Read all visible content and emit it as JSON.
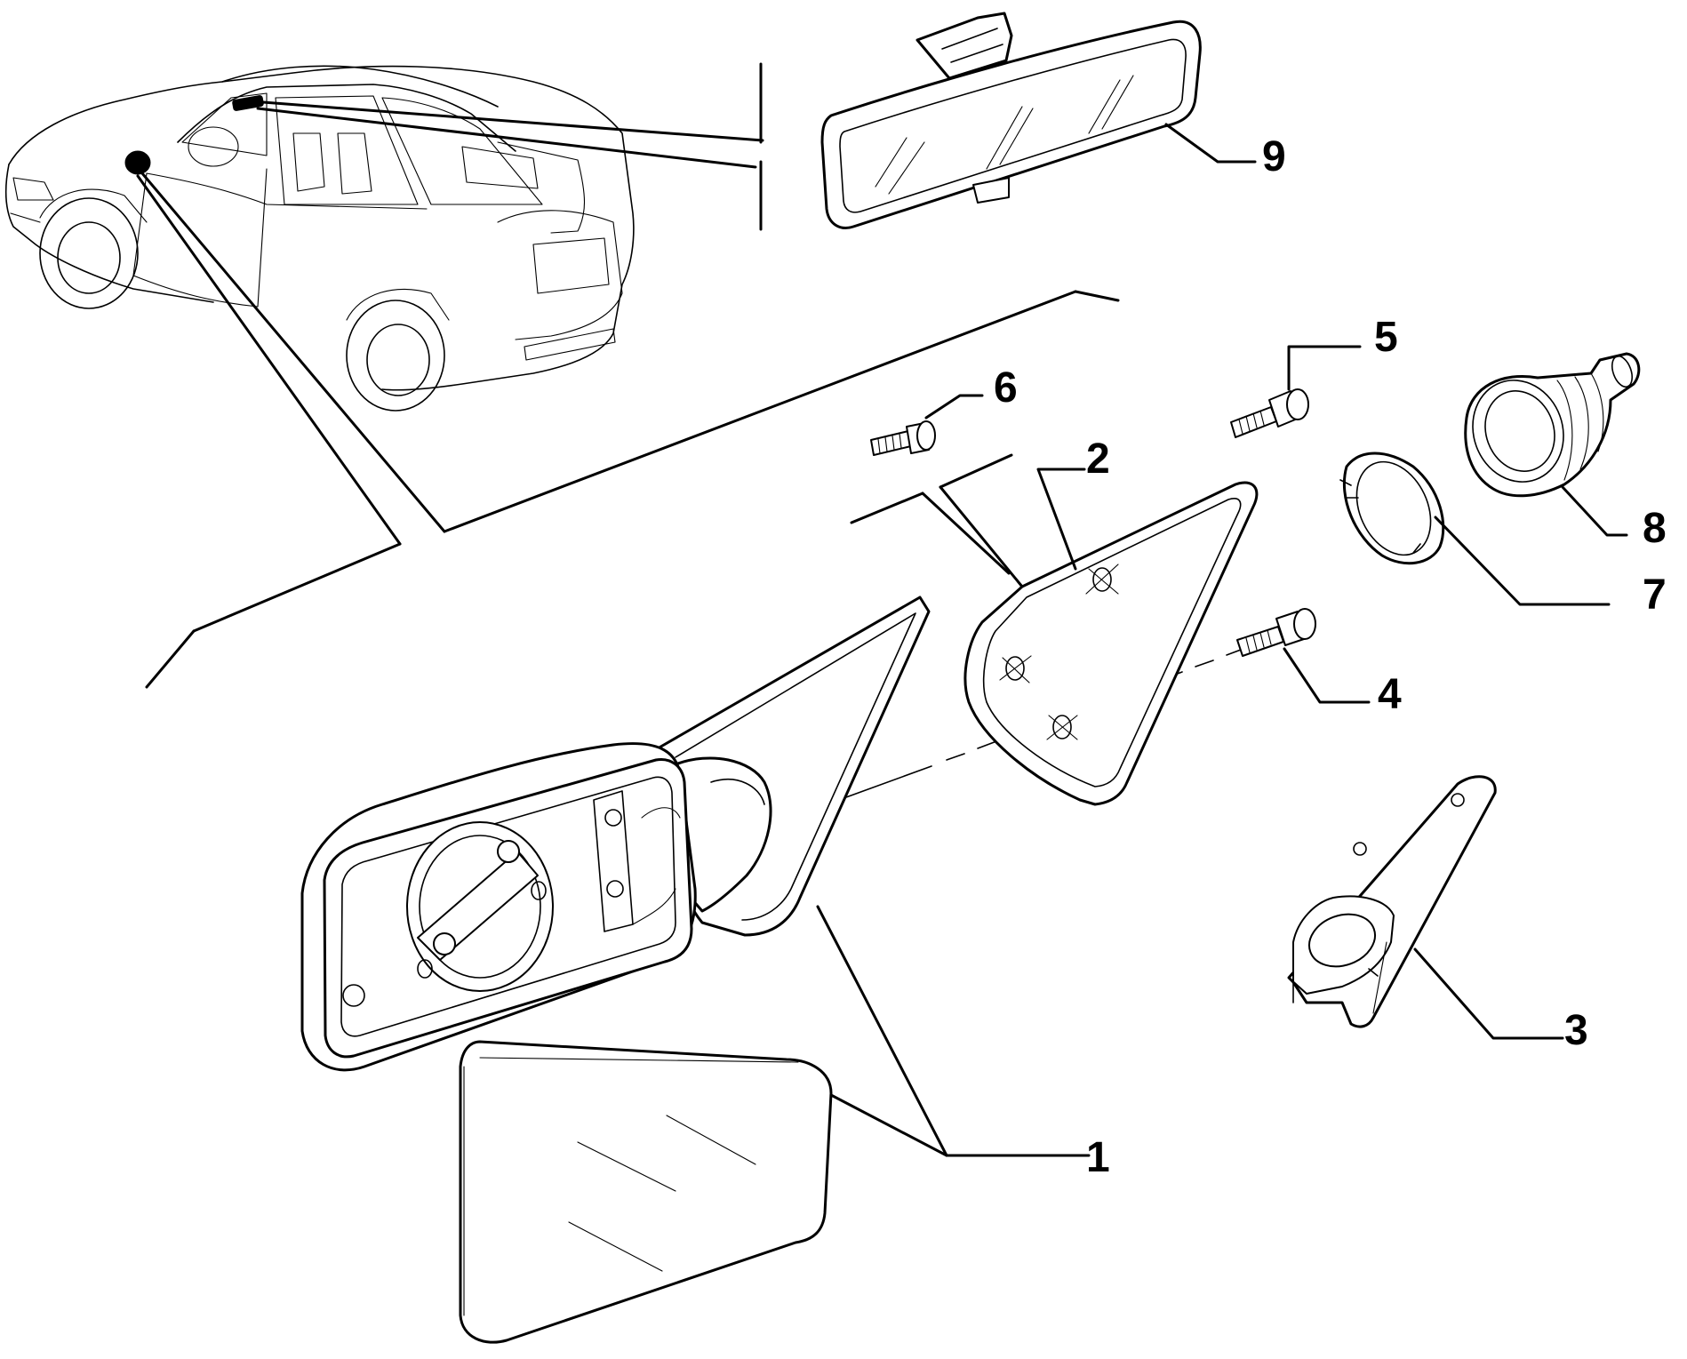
{
  "diagram": {
    "callouts": [
      {
        "id": "callout-1",
        "label": "1",
        "part": "exterior door mirror assembly"
      },
      {
        "id": "callout-2",
        "label": "2",
        "part": "mirror mounting plate"
      },
      {
        "id": "callout-3",
        "label": "3",
        "part": "inner trim cover"
      },
      {
        "id": "callout-4",
        "label": "4",
        "part": "screw"
      },
      {
        "id": "callout-5",
        "label": "5",
        "part": "screw"
      },
      {
        "id": "callout-6",
        "label": "6",
        "part": "screw"
      },
      {
        "id": "callout-7",
        "label": "7",
        "part": "ring nut"
      },
      {
        "id": "callout-8",
        "label": "8",
        "part": "bellows grommet"
      },
      {
        "id": "callout-9",
        "label": "9",
        "part": "interior rear-view mirror"
      }
    ],
    "colors": {
      "line": "#000000",
      "background": "#ffffff"
    }
  }
}
